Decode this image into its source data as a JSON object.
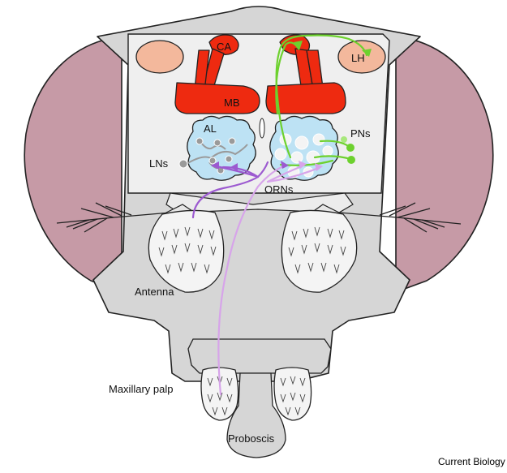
{
  "labels": {
    "ca": "CA",
    "lh": "LH",
    "mb": "MB",
    "al": "AL",
    "pns": "PNs",
    "lns": "LNs",
    "orns": "ORNs",
    "antenna": "Antenna",
    "maxillary_palp": "Maxillary palp",
    "proboscis": "Proboscis"
  },
  "credit": "Current Biology",
  "colors": {
    "eye": "#c69aa6",
    "head": "#d6d6d6",
    "brain": "#efefef",
    "mushroom_body": "#ee2a10",
    "lateral_horn": "#f3b89c",
    "antennal_lobe": "#bde2f4",
    "projection_neuron": "#6dd12e",
    "orn_antenna": "#9c5ad0",
    "orn_palp": "#d7a4ea",
    "local_neuron": "#9a9a9a"
  }
}
